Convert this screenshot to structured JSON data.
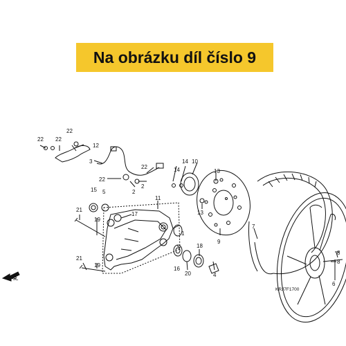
{
  "banner": {
    "text": "Na obrázku díl číslo 9",
    "color": "#f5c72c"
  },
  "diagram": {
    "code": "KRJ7F1700",
    "direction_label": "FR.",
    "part_labels": [
      "22",
      "22",
      "22",
      "12",
      "3",
      "22",
      "22",
      "2",
      "2",
      "14",
      "14",
      "10",
      "13",
      "13",
      "9",
      "7",
      "15",
      "5",
      "21",
      "19",
      "11",
      "17",
      "1",
      "16",
      "18",
      "20",
      "4",
      "21",
      "19",
      "8",
      "8",
      "6"
    ]
  }
}
